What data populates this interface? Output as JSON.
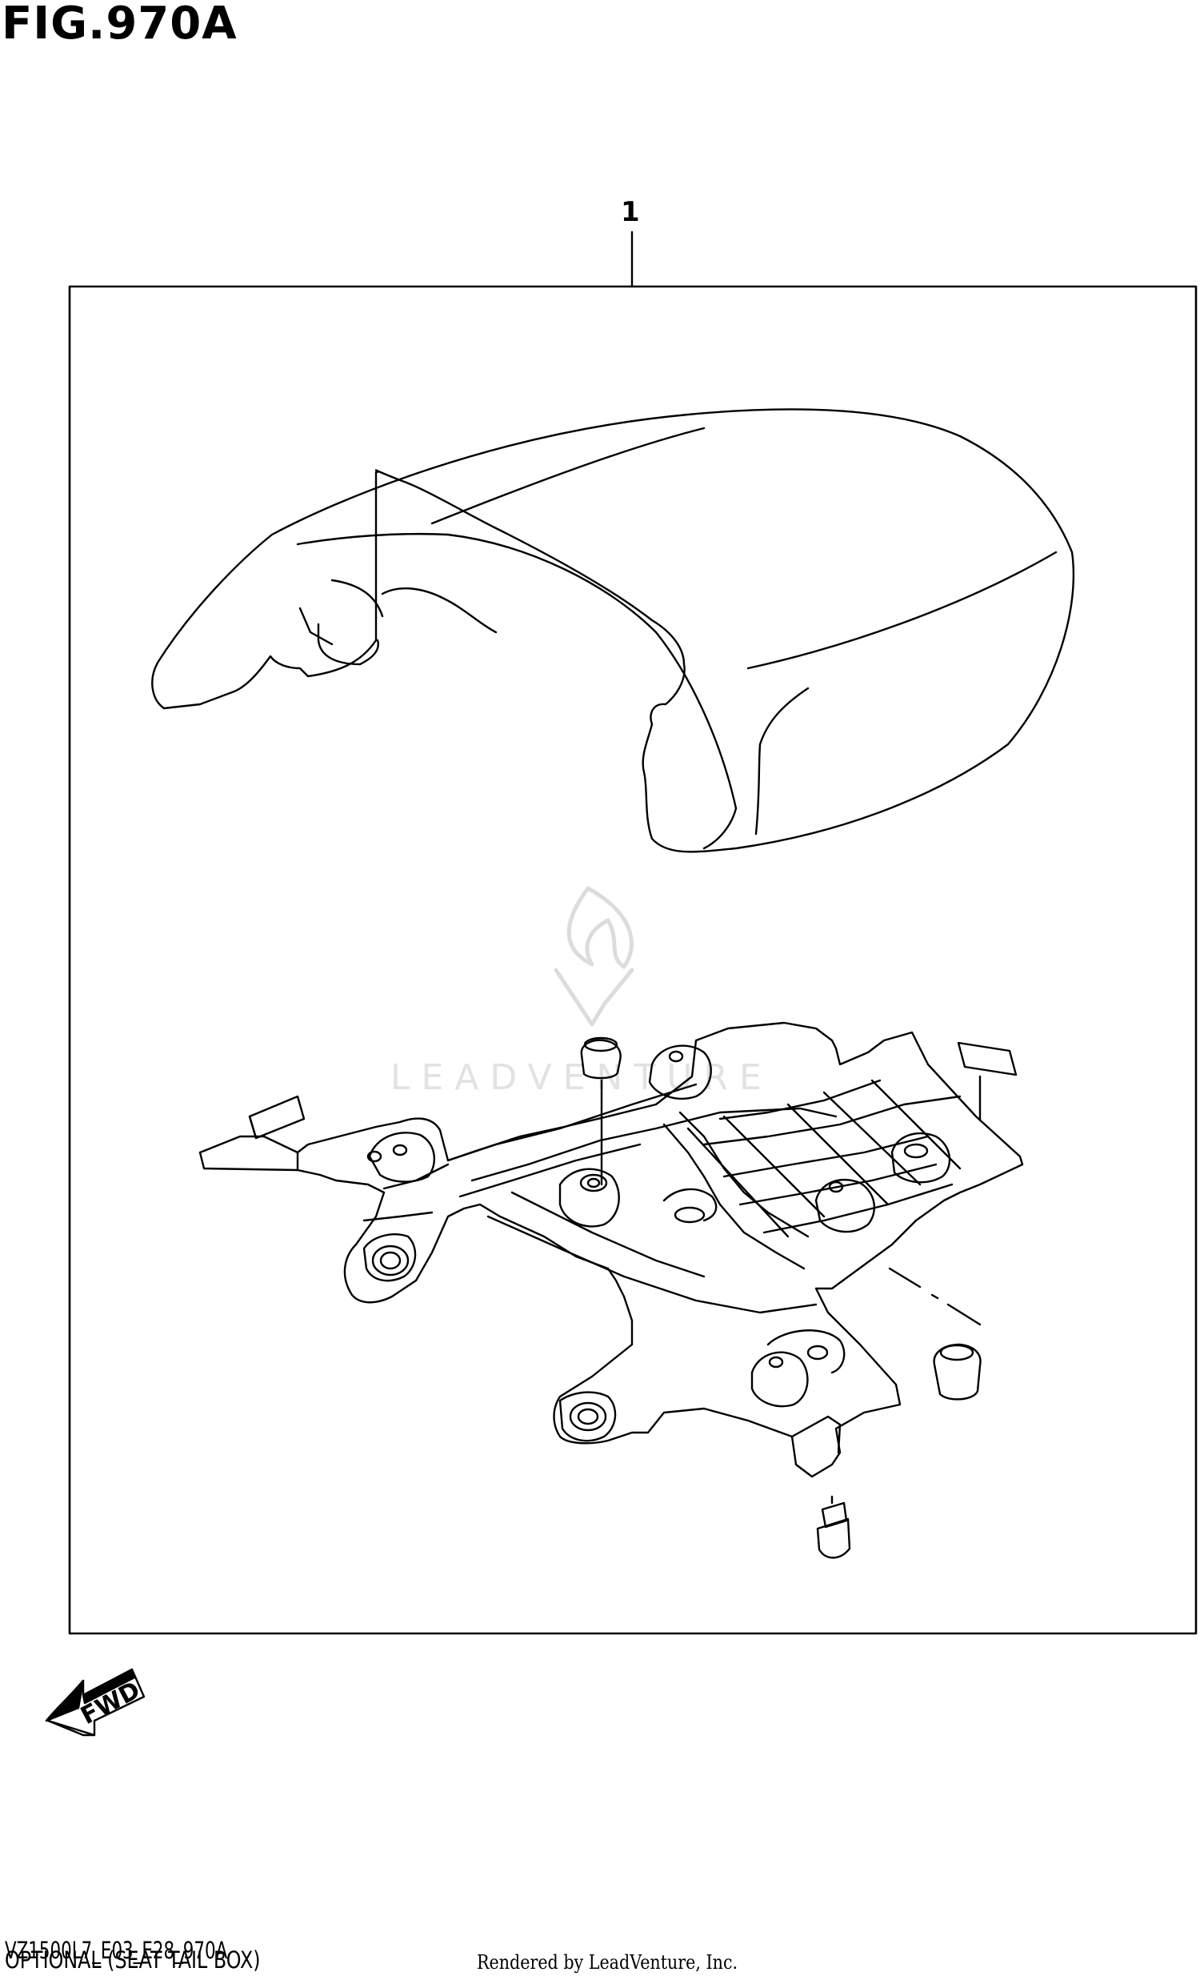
{
  "figure": {
    "title": "FIG.970A",
    "callout_number": "1"
  },
  "footer": {
    "diagram_code": "VZ1500L7_E03_E28_970A",
    "description": "OPTIONAL (SEAT TAIL BOX)",
    "rendered_by": "Rendered by LeadVenture, Inc."
  },
  "watermark": {
    "text": "LEADVENTURE"
  },
  "direction_marker": {
    "label": "FWD"
  }
}
